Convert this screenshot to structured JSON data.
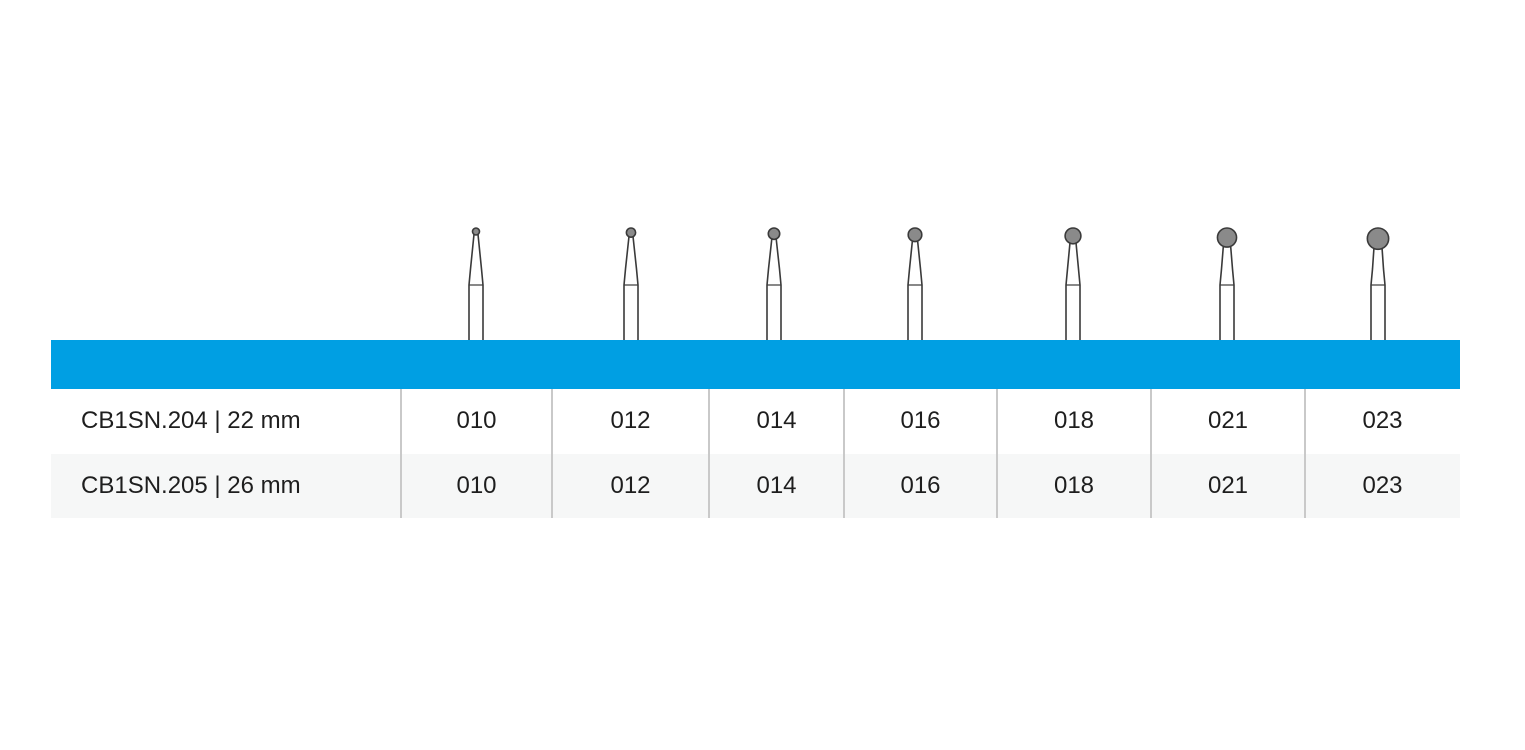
{
  "colors": {
    "header_band": "#009fe3",
    "bur_head": "#8a8a8a",
    "outline": "#3a3a3a",
    "alt_row": "#f6f7f7",
    "divider": "#c9c9c9"
  },
  "icons": [
    "round-bur-icon"
  ],
  "bur_sizes": [
    10,
    12,
    14,
    16,
    18,
    21,
    23
  ],
  "table": {
    "rows": [
      {
        "label": "CB1SN.204 | 22 mm",
        "sizes": [
          "010",
          "012",
          "014",
          "016",
          "018",
          "021",
          "023"
        ]
      },
      {
        "label": "CB1SN.205 | 26 mm",
        "sizes": [
          "010",
          "012",
          "014",
          "016",
          "018",
          "021",
          "023"
        ]
      }
    ]
  }
}
